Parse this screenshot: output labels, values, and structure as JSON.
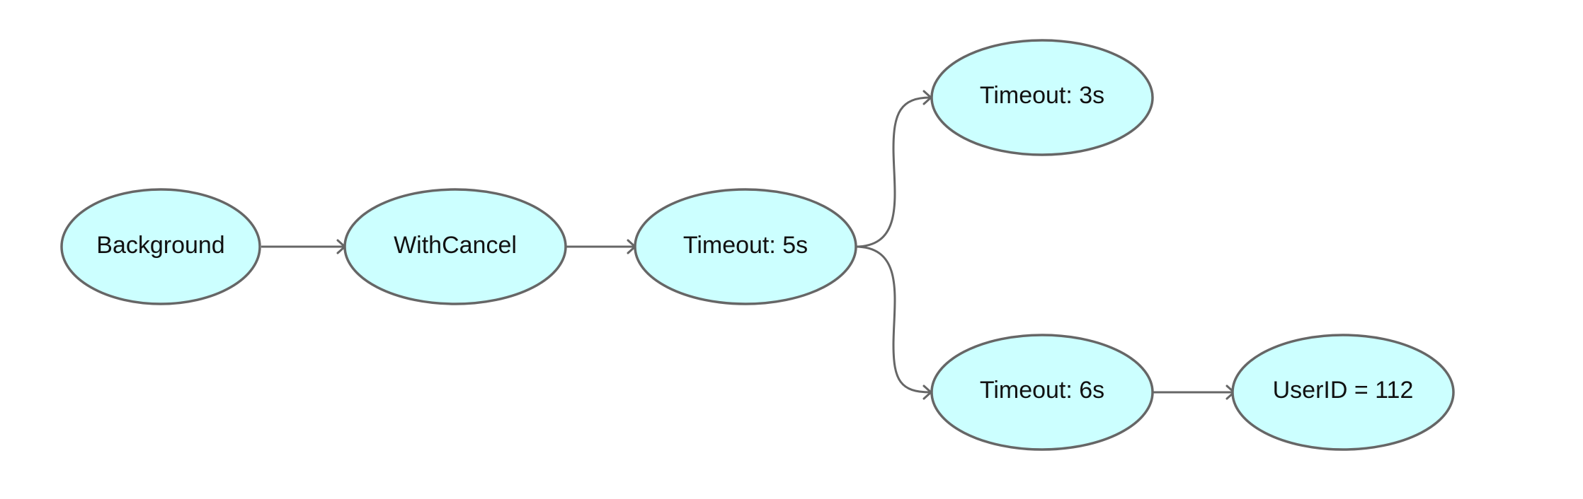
{
  "diagram": {
    "type": "directed-tree",
    "colors": {
      "node_fill": "#ccffff",
      "node_stroke": "#666666",
      "edge": "#666666",
      "text": "#111111"
    },
    "nodes": [
      {
        "id": "background",
        "label": "Background"
      },
      {
        "id": "withcancel",
        "label": "WithCancel"
      },
      {
        "id": "timeout5",
        "label": "Timeout: 5s"
      },
      {
        "id": "timeout3",
        "label": "Timeout: 3s"
      },
      {
        "id": "timeout6",
        "label": "Timeout: 6s"
      },
      {
        "id": "userid",
        "label": "UserID = 112"
      }
    ],
    "edges": [
      {
        "from": "background",
        "to": "withcancel"
      },
      {
        "from": "withcancel",
        "to": "timeout5"
      },
      {
        "from": "timeout5",
        "to": "timeout3"
      },
      {
        "from": "timeout5",
        "to": "timeout6"
      },
      {
        "from": "timeout6",
        "to": "userid"
      }
    ]
  }
}
